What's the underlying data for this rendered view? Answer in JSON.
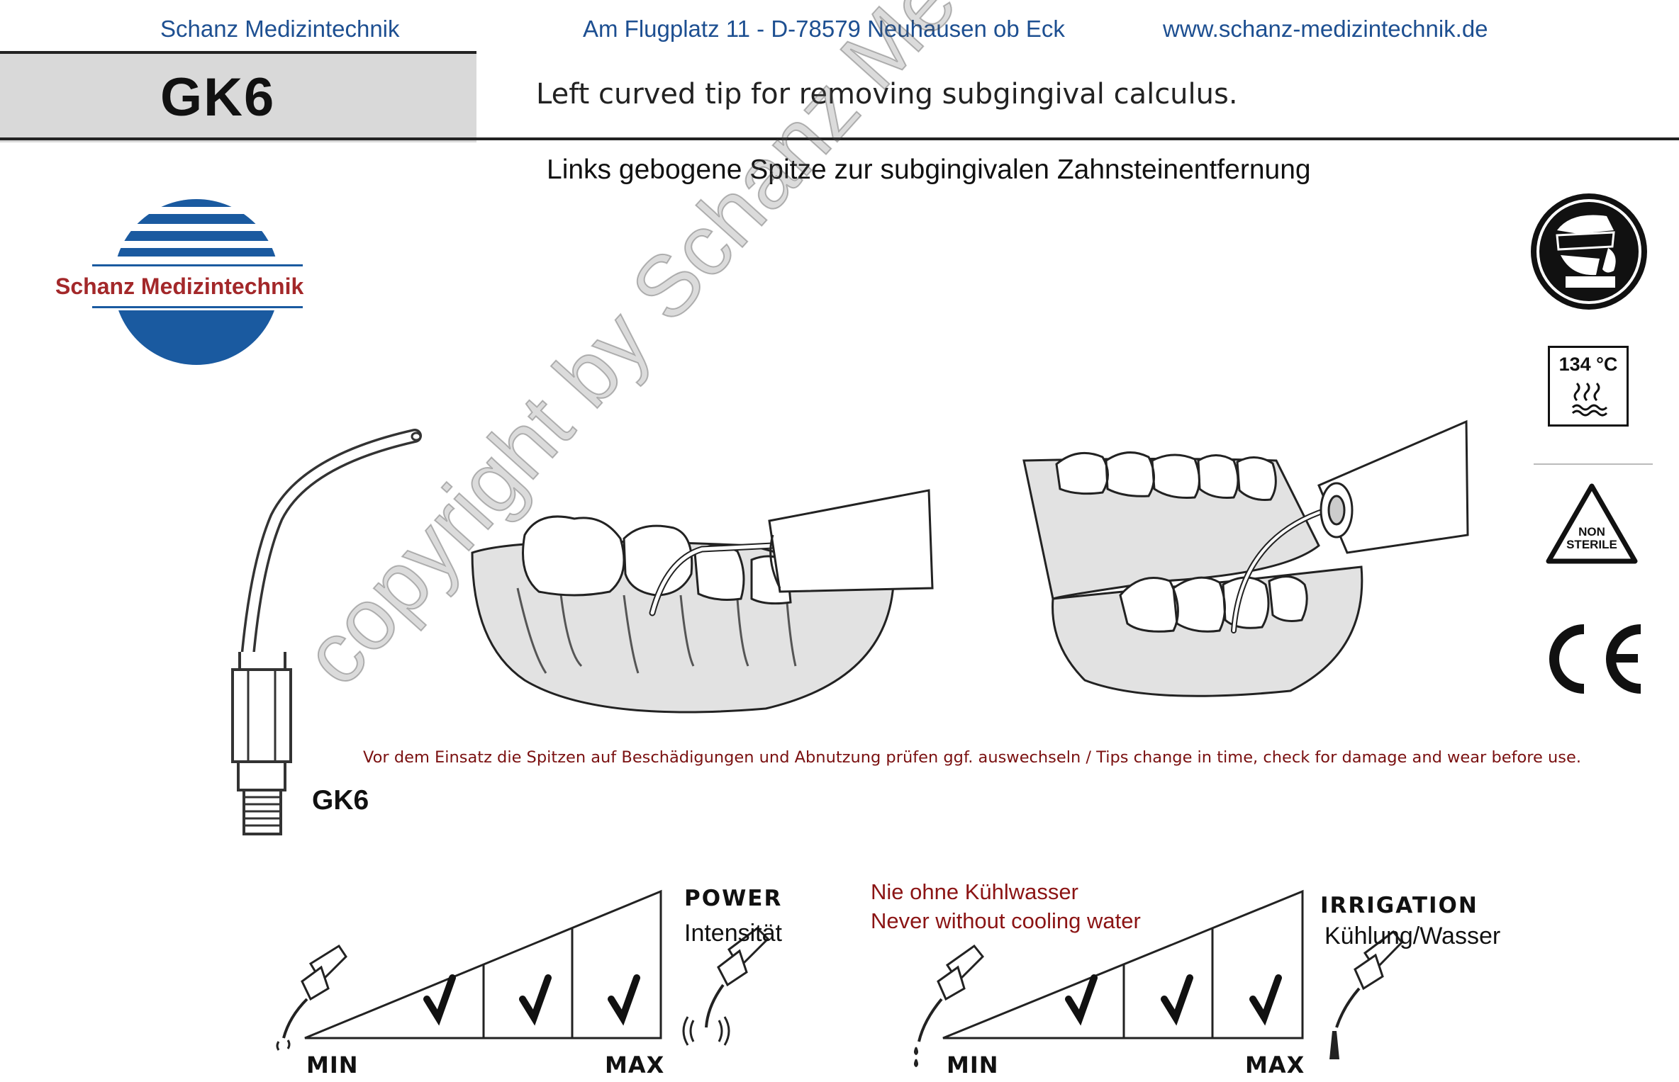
{
  "header": {
    "company": "Schanz Medizintechnik",
    "address": "Am Flugplatz 11 - D-78579 Neuhausen ob Eck",
    "website": "www.schanz-medizintechnik.de"
  },
  "product": {
    "code": "GK6",
    "description_en": "Left curved tip for removing subgingival calculus.",
    "description_de": "Links gebogene Spitze zur subgingivalen Zahnsteinentfernung",
    "tip_label": "GK6"
  },
  "logo": {
    "text": "Schanz Medizintechnik",
    "colors": {
      "blue": "#1a5aa0",
      "red": "#a3282a"
    }
  },
  "symbols": {
    "items": [
      {
        "name": "protective-gear-icon"
      },
      {
        "name": "sterilize-134c-icon",
        "text": "134 °C"
      },
      {
        "name": "non-sterile-icon",
        "line1": "NON",
        "line2": "STERILE"
      },
      {
        "name": "ce-mark-icon",
        "text": "CE"
      }
    ]
  },
  "notice": "Vor dem Einsatz die Spitzen auf  Beschädigungen und Abnutzung prüfen ggf. auswechseln / Tips change in time, check for damage and wear before use.",
  "power": {
    "title": "POWER",
    "subtitle": "Intensität",
    "min_label": "MIN",
    "max_label": "MAX",
    "checks": 3
  },
  "irrigation": {
    "warning_de": "Nie ohne Kühlwasser",
    "warning_en": "Never without cooling water",
    "title": "IRRIGATION",
    "subtitle": "Kühlung/Wasser",
    "min_label": "MIN",
    "max_label": "MAX",
    "checks": 3
  },
  "watermark": "copyright by Schanz Medizintechnik"
}
